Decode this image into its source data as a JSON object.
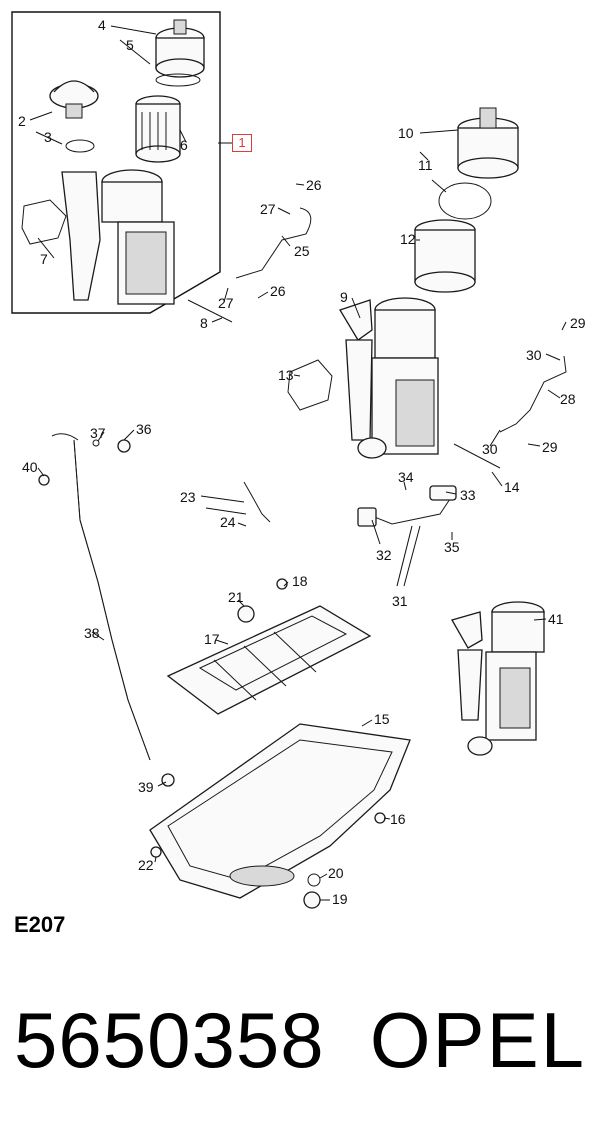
{
  "figure_code": "E207",
  "part_number": "5650358",
  "brand": "OPEL",
  "assembly_reference": "1",
  "accent_color": "#d8403a",
  "callouts": [
    {
      "label": "4"
    },
    {
      "label": "5"
    },
    {
      "label": "2"
    },
    {
      "label": "3"
    },
    {
      "label": "6"
    },
    {
      "label": "7"
    },
    {
      "label": "10"
    },
    {
      "label": "11"
    },
    {
      "label": "12"
    },
    {
      "label": "26"
    },
    {
      "label": "27"
    },
    {
      "label": "25"
    },
    {
      "label": "27"
    },
    {
      "label": "26"
    },
    {
      "label": "8"
    },
    {
      "label": "9"
    },
    {
      "label": "13"
    },
    {
      "label": "29"
    },
    {
      "label": "30"
    },
    {
      "label": "28"
    },
    {
      "label": "30"
    },
    {
      "label": "29"
    },
    {
      "label": "14"
    },
    {
      "label": "37"
    },
    {
      "label": "36"
    },
    {
      "label": "40"
    },
    {
      "label": "34"
    },
    {
      "label": "33"
    },
    {
      "label": "23"
    },
    {
      "label": "24"
    },
    {
      "label": "32"
    },
    {
      "label": "35"
    },
    {
      "label": "31"
    },
    {
      "label": "18"
    },
    {
      "label": "21"
    },
    {
      "label": "17"
    },
    {
      "label": "38"
    },
    {
      "label": "41"
    },
    {
      "label": "15"
    },
    {
      "label": "39"
    },
    {
      "label": "16"
    },
    {
      "label": "22"
    },
    {
      "label": "20"
    },
    {
      "label": "19"
    }
  ]
}
